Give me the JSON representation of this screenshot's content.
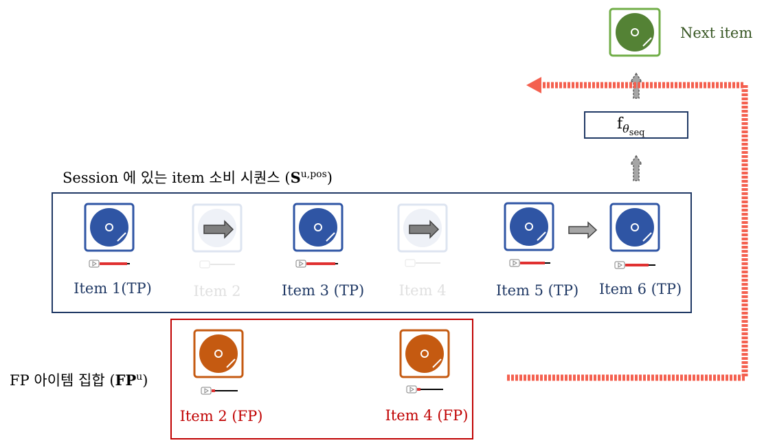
{
  "session": {
    "title": "Session 에 있는 item 소비 시퀀스 (",
    "title_bold": "S",
    "title_sup": "u,pos",
    "title_end": ")",
    "items": [
      {
        "label": "Item 1(TP)",
        "state": "tp"
      },
      {
        "label": "Item 2",
        "state": "faded"
      },
      {
        "label": "Item 3 (TP)",
        "state": "tp"
      },
      {
        "label": "Item 4",
        "state": "faded"
      },
      {
        "label": "Item 5 (TP)",
        "state": "tp"
      },
      {
        "label": "Item 6 (TP)",
        "state": "tp"
      }
    ]
  },
  "fp": {
    "title": "FP 아이템 집합 (",
    "title_bold": "FP",
    "title_sup": "u",
    "title_end": ")",
    "items": [
      {
        "label": "Item 2 (FP)"
      },
      {
        "label": "Item 4 (FP)"
      }
    ]
  },
  "model": {
    "f": "f",
    "theta": "θ",
    "sub": "seq"
  },
  "next": {
    "label": "Next item"
  },
  "colors": {
    "navy": "#1f3864",
    "blue": "#2f55a4",
    "red": "#c00000",
    "orange": "#c55a11",
    "green": "#548235",
    "faded": "#dde4f0",
    "arrow_red": "#f4604f"
  }
}
